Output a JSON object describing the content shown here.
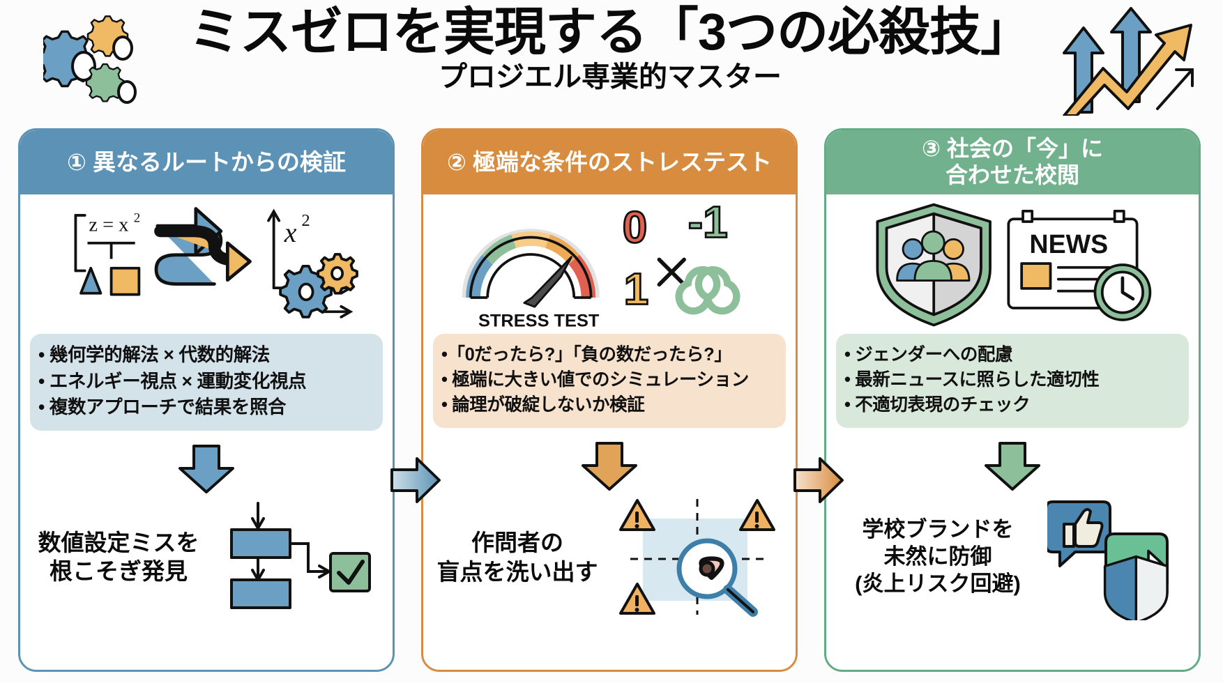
{
  "header": {
    "title": "ミスゼロを実現する「3つの必殺技」",
    "subtitle": "プロジエル専業的マスター",
    "left_icon": "gears-icon",
    "right_icon": "growth-arrows-icon"
  },
  "colors": {
    "blue": "#5b92b5",
    "orange": "#d88c3f",
    "green": "#71b18e",
    "blue_panel": "#d4e2ea",
    "orange_panel": "#f6e2cd",
    "green_panel": "#d8e8da",
    "title_text": "#0a0a0a"
  },
  "columns": [
    {
      "id": "col-1",
      "accent": "#5b92b5",
      "heading": "① 異なるルートからの検証",
      "icons": [
        "formula-z-equals-x-squared-icon",
        "shuffle-arrows-icon",
        "axes-x-squared-icon",
        "triangle-icon",
        "square-icon",
        "gear-icon"
      ],
      "icon_labels": {
        "formula": "z = x²",
        "axis_formula": "x²"
      },
      "bullets": [
        "• 幾何学的解法 × 代数的解法",
        "• エネルギー視点 × 運動変化視点",
        "• 複数アプローチで結果を照合"
      ],
      "arrow": "down-arrow-blue-icon",
      "outcome": "数値設定ミスを\n根こそぎ発見",
      "outcome_icon": "flowchart-check-icon"
    },
    {
      "id": "col-2",
      "accent": "#d88c3f",
      "heading": "② 極端な条件のストレステスト",
      "icons": [
        "gauge-icon",
        "number-zero-icon",
        "number-minus-one-icon",
        "multiply-icon",
        "number-one-icon",
        "infinity-icon"
      ],
      "icon_labels": {
        "gauge_caption": "STRESS TEST",
        "zero": "0",
        "minus_one": "-1",
        "one": "1",
        "infinity": "∞",
        "times": "×"
      },
      "bullets": [
        "•「0だったら?」「負の数だったら?」",
        "• 極端に大きい値でのシミュレーション",
        "• 論理が破綻しないか検証"
      ],
      "arrow": "down-arrow-orange-icon",
      "outcome": "作問者の\n盲点を洗い出す",
      "outcome_icon": "warning-magnifier-icon"
    },
    {
      "id": "col-3",
      "accent": "#71b18e",
      "heading": "③ 社会の「今」に\n合わせた校閲",
      "icons": [
        "shield-people-icon",
        "news-clock-icon"
      ],
      "icon_labels": {
        "news": "NEWS"
      },
      "bullets": [
        "• ジェンダーへの配慮",
        "• 最新ニュースに照らした適切性",
        "• 不適切表現のチェック"
      ],
      "arrow": "down-arrow-green-icon",
      "outcome": "学校ブランドを\n未然に防御\n(炎上リスク回避)",
      "outcome_icon": "thumbs-up-share-shield-icon"
    }
  ],
  "connectors": [
    {
      "id": "connector-1-2",
      "icon": "right-arrow-blue-icon"
    },
    {
      "id": "connector-2-3",
      "icon": "right-arrow-orange-icon"
    }
  ]
}
